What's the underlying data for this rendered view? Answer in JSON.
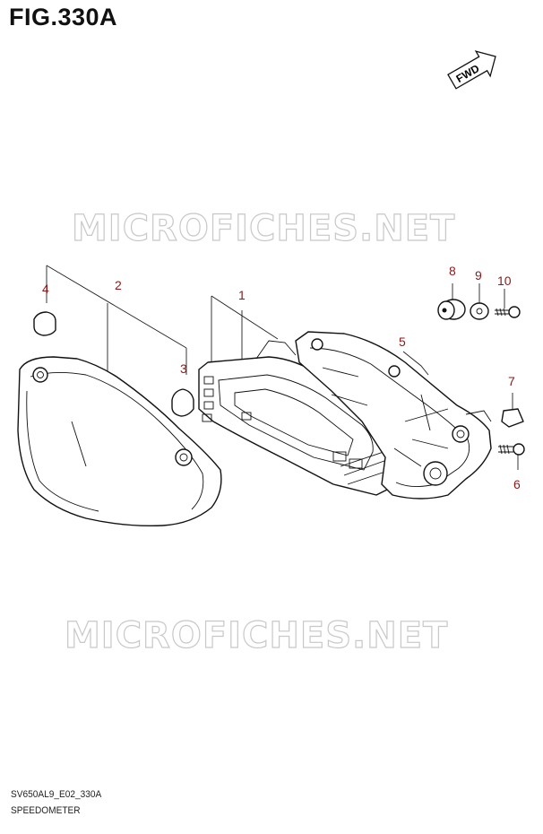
{
  "figure": {
    "title": "FIG.330A",
    "fwd_label": "FWD",
    "watermark": "MICROFICHES.NET",
    "code": "SV650AL9_E02_330A",
    "name": "SPEEDOMETER"
  },
  "callouts": [
    "1",
    "2",
    "3",
    "4",
    "5",
    "6",
    "7",
    "8",
    "9",
    "10"
  ],
  "colors": {
    "callout": "#8b1a1a",
    "line": "#111111",
    "watermark": "#c8c8c8"
  }
}
